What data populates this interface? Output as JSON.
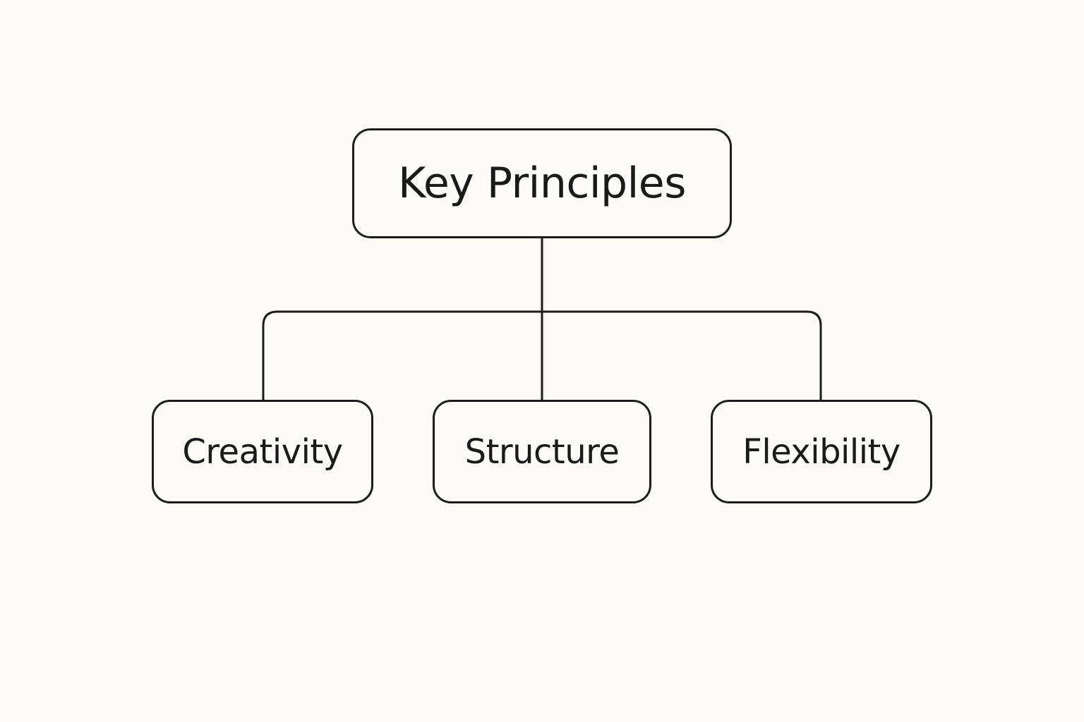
{
  "diagram": {
    "root": {
      "label": "Key Principles"
    },
    "children": [
      {
        "label": "Creativity"
      },
      {
        "label": "Structure"
      },
      {
        "label": "Flexibility"
      }
    ]
  },
  "colors": {
    "background": "#fcfbf7",
    "stroke": "#1c1c1c",
    "text": "#1a1a1a"
  }
}
